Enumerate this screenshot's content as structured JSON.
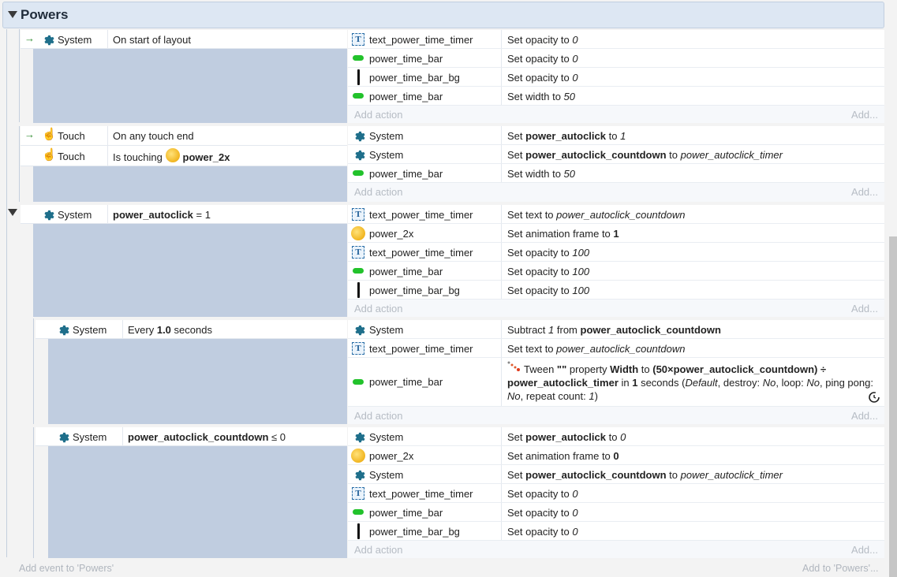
{
  "group": {
    "title": "Powers"
  },
  "events": [
    {
      "conditions": [
        {
          "object": "System",
          "text_plain": "On start of layout"
        }
      ],
      "actions": [
        {
          "object": "text_power_time_timer",
          "icon": "text-icon",
          "pre": "Set opacity to ",
          "italic": "0"
        },
        {
          "object": "power_time_bar",
          "icon": "bar-icon",
          "pre": "Set opacity to ",
          "italic": "0"
        },
        {
          "object": "power_time_bar_bg",
          "icon": "bg-icon",
          "pre": "Set opacity to ",
          "italic": "0"
        },
        {
          "object": "power_time_bar",
          "icon": "bar-icon",
          "pre": "Set width to ",
          "italic": "50"
        }
      ]
    },
    {
      "conditions": [
        {
          "object": "Touch",
          "text_plain": "On any touch end"
        },
        {
          "object": "Touch",
          "pre": "Is touching ",
          "bold": "power_2x"
        }
      ],
      "actions": [
        {
          "object": "System",
          "icon": "gear-icon",
          "pre": "Set ",
          "bold": "power_autoclick",
          "mid": " to ",
          "italic": "1"
        },
        {
          "object": "System",
          "icon": "gear-icon",
          "pre": "Set ",
          "bold": "power_autoclick_countdown",
          "mid": " to ",
          "italic": "power_autoclick_timer"
        },
        {
          "object": "power_time_bar",
          "icon": "bar-icon",
          "pre": "Set width to ",
          "italic": "50"
        }
      ]
    },
    {
      "conditions": [
        {
          "object": "System",
          "bold": "power_autoclick",
          "post": " = 1"
        }
      ],
      "actions": [
        {
          "object": "text_power_time_timer",
          "icon": "text-icon",
          "pre": "Set text to ",
          "italic": "power_autoclick_countdown"
        },
        {
          "object": "power_2x",
          "icon": "sprite-icon",
          "pre": "Set animation frame to ",
          "bold": "1"
        },
        {
          "object": "text_power_time_timer",
          "icon": "text-icon",
          "pre": "Set opacity to ",
          "italic": "100"
        },
        {
          "object": "power_time_bar",
          "icon": "bar-icon",
          "pre": "Set opacity to ",
          "italic": "100"
        },
        {
          "object": "power_time_bar_bg",
          "icon": "bg-icon",
          "pre": "Set opacity to ",
          "italic": "100"
        }
      ]
    },
    {
      "conditions": [
        {
          "object": "System",
          "pre": "Every ",
          "bold": "1.0",
          "post": " seconds"
        }
      ],
      "actions": [
        {
          "object": "System",
          "icon": "gear-icon",
          "pre": "Subtract ",
          "italic": "1",
          "mid": " from ",
          "bold": "power_autoclick_countdown"
        },
        {
          "object": "text_power_time_timer",
          "icon": "text-icon",
          "pre": "Set text to ",
          "italic": "power_autoclick_countdown"
        },
        {
          "object": "power_time_bar",
          "icon": "bar-icon",
          "tween_line1_pre": "Tween ",
          "tween_line1_b1": "\"\"",
          "tween_line1_mid": " property ",
          "tween_line1_b2": "Width",
          "tween_line1_mid2": " to ",
          "tween_line1_b3": "(50×power_autoclick_countdown) ÷",
          "tween_line2_b1": "power_autoclick_timer",
          "tween_line2_mid": " in ",
          "tween_line2_b2": "1",
          "tween_line2_mid2": " seconds (",
          "tween_line2_i1": "Default",
          "tween_line2_mid3": ", destroy: ",
          "tween_line2_i2": "No",
          "tween_line2_mid4": ", loop: ",
          "tween_line2_i3": "No",
          "tween_line2_mid5": ", ping pong:",
          "tween_line3_i1": "No",
          "tween_line3_mid": ", repeat count: ",
          "tween_line3_i2": "1",
          "tween_line3_end": ")"
        }
      ]
    },
    {
      "conditions": [
        {
          "object": "System",
          "bold": "power_autoclick_countdown",
          "post": " ≤ 0"
        }
      ],
      "actions": [
        {
          "object": "System",
          "icon": "gear-icon",
          "pre": "Set ",
          "bold": "power_autoclick",
          "mid": " to ",
          "italic": "0"
        },
        {
          "object": "power_2x",
          "icon": "sprite-icon",
          "pre": "Set animation frame to ",
          "bold": "0"
        },
        {
          "object": "System",
          "icon": "gear-icon",
          "pre": "Set ",
          "bold": "power_autoclick_countdown",
          "mid": " to ",
          "italic": "power_autoclick_timer"
        },
        {
          "object": "text_power_time_timer",
          "icon": "text-icon",
          "pre": "Set opacity to ",
          "italic": "0"
        },
        {
          "object": "power_time_bar",
          "icon": "bar-icon",
          "pre": "Set opacity to ",
          "italic": "0"
        },
        {
          "object": "power_time_bar_bg",
          "icon": "bg-icon",
          "pre": "Set opacity to ",
          "italic": "0"
        }
      ]
    }
  ],
  "labels": {
    "add_action": "Add action",
    "add_dots": "Add...",
    "add_event": "Add event to 'Powers'",
    "add_to": "Add to 'Powers'..."
  }
}
